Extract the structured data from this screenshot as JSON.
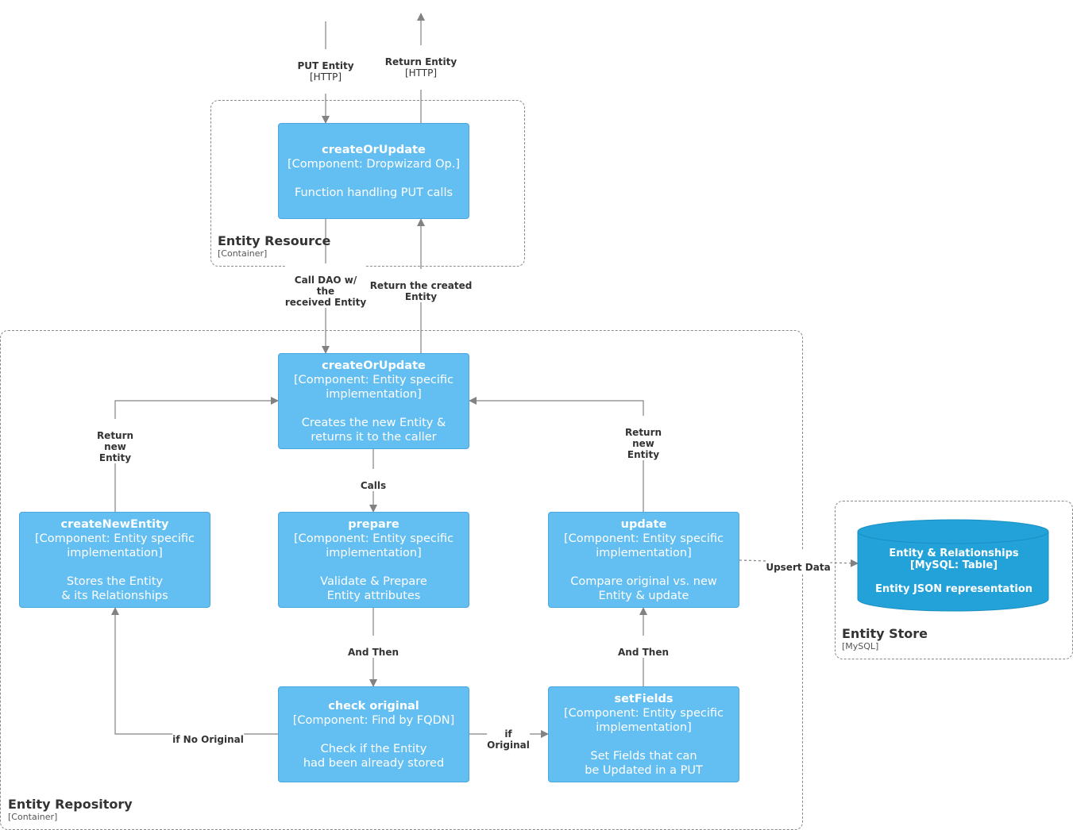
{
  "boundaries": {
    "resource": {
      "title": "Entity Resource",
      "tech": "[Container]"
    },
    "repository": {
      "title": "Entity Repository",
      "tech": "[Container]"
    },
    "store": {
      "title": "Entity Store",
      "tech": "[MySQL]"
    }
  },
  "components": {
    "resource_cou": {
      "name": "createOrUpdate",
      "tech": "[Component: Dropwizard Op.]",
      "desc": "Function handling PUT calls"
    },
    "repo_cou": {
      "name": "createOrUpdate",
      "tech": "[Component: Entity specific\nimplementation]",
      "desc": "Creates the new Entity &\nreturns it to the caller"
    },
    "create_new": {
      "name": "createNewEntity",
      "tech": "[Component: Entity specific\nimplementation]",
      "desc": "Stores the Entity\n& its Relationships"
    },
    "prepare": {
      "name": "prepare",
      "tech": "[Component: Entity specific\nimplementation]",
      "desc": "Validate & Prepare\nEntity attributes"
    },
    "update": {
      "name": "update",
      "tech": "[Component: Entity specific\nimplementation]",
      "desc": "Compare original vs. new\nEntity & update"
    },
    "check_original": {
      "name": "check original",
      "tech": "[Component: Find by FQDN]",
      "desc": "Check if the Entity\nhad been already stored"
    },
    "set_fields": {
      "name": "setFields",
      "tech": "[Component: Entity specific\nimplementation]",
      "desc": "Set Fields that can\nbe Updated in a PUT"
    }
  },
  "database": {
    "name": "Entity & Relationships",
    "tech": "[MySQL: Table]",
    "desc": "Entity JSON representation"
  },
  "edges": {
    "put_entity": {
      "label": "PUT Entity",
      "tech": "[HTTP]"
    },
    "return_entity": {
      "label": "Return Entity",
      "tech": "[HTTP]"
    },
    "call_dao": {
      "label": "Call DAO w/\nthe\nreceived Entity"
    },
    "return_created": {
      "label": "Return the created\nEntity"
    },
    "calls": {
      "label": "Calls"
    },
    "and_then_left": {
      "label": "And Then"
    },
    "and_then_right": {
      "label": "And Then"
    },
    "return_new_left": {
      "label": "Return\nnew\nEntity"
    },
    "return_new_right": {
      "label": "Return\nnew\nEntity"
    },
    "if_no_original": {
      "label": "if No Original"
    },
    "if_original": {
      "label": "if\nOriginal"
    },
    "upsert": {
      "label": "Upsert Data"
    }
  },
  "colors": {
    "component_fill": "#63bef2",
    "component_border": "#4aa6dc",
    "database_fill": "#23a2d9",
    "edge": "#828282",
    "boundary": "#8a8a8a"
  }
}
